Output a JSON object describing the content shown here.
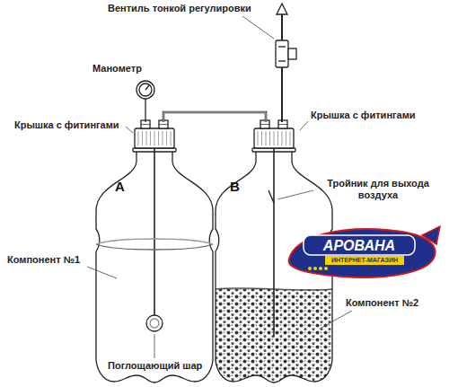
{
  "diagram": {
    "labels": [
      "Вентиль тонкой регулировки",
      "Манометр",
      "Крышка с фитингами",
      "A",
      "B",
      "Крышка с фитингами",
      "Тройник для выхода воздуха",
      "АРОВАНА",
      "ИНТЕРНЕТ-МАГАЗИН",
      "Компонент №1",
      "Компонент №2",
      "Поглощающий шар"
    ]
  }
}
